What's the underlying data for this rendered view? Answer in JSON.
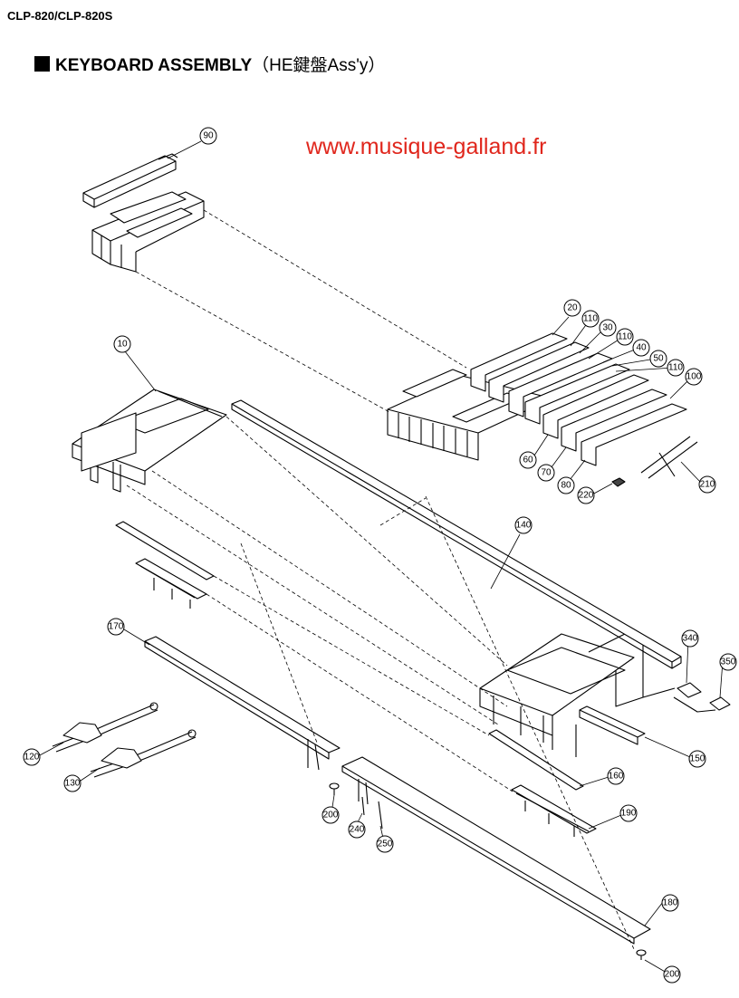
{
  "header": {
    "model": "CLP-820/CLP-820S",
    "title": "KEYBOARD ASSEMBLY",
    "subtitle": "（HE鍵盤Ass'y）"
  },
  "watermark": {
    "url": "www.musique-galland.fr",
    "color": "#e0261c"
  },
  "callouts": [
    "90",
    "20",
    "110",
    "30",
    "110",
    "40",
    "50",
    "110",
    "100",
    "10",
    "60",
    "70",
    "80",
    "220",
    "210",
    "140",
    "340",
    "350",
    "170",
    "150",
    "120",
    "130",
    "160",
    "200",
    "240",
    "250",
    "190",
    "180",
    "200"
  ]
}
